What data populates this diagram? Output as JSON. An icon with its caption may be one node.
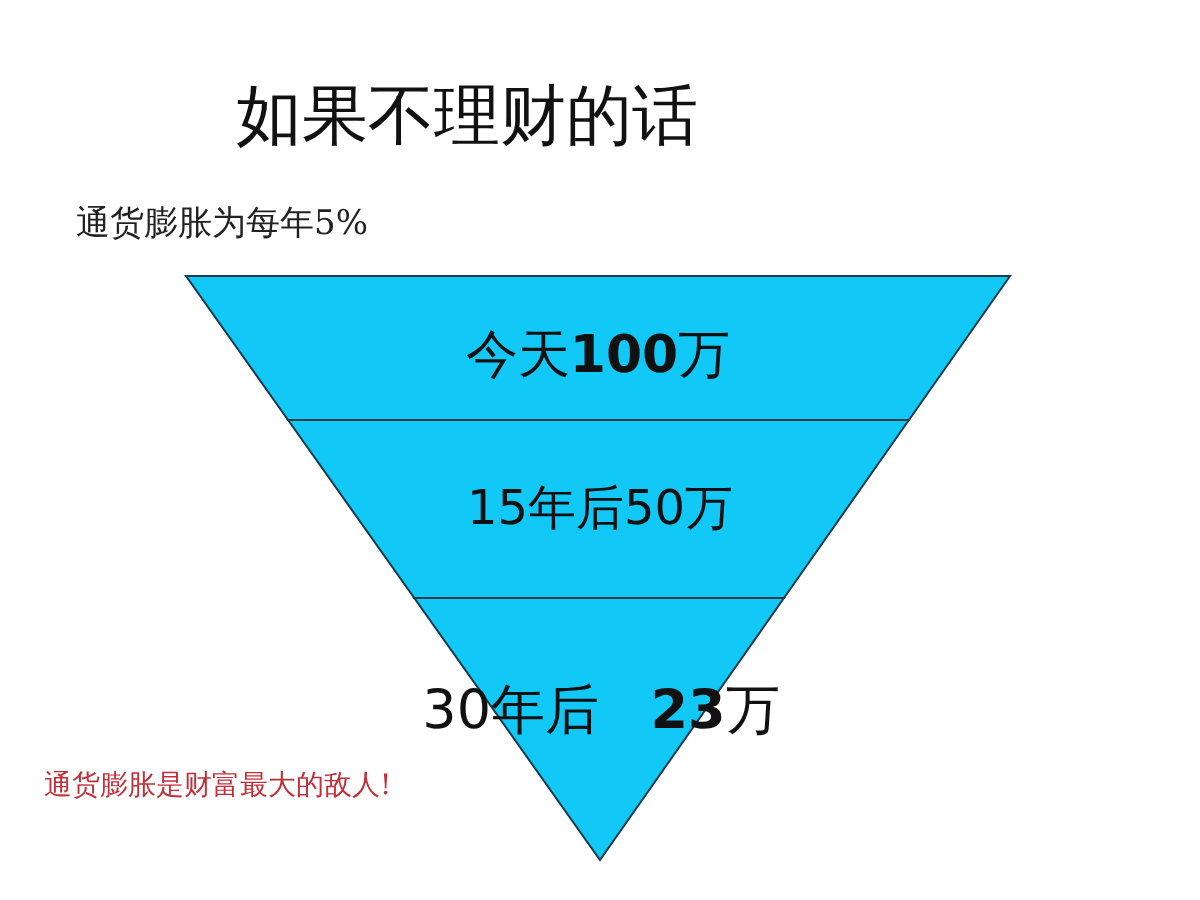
{
  "diagram": {
    "title": "如果不理财的话",
    "nodes": [
      {
        "text": [
          "今天**100**万"
        ]
      },
      {
        "text": [
          "15年后50万"
        ]
      },
      {
        "text": [
          "30年后 **23**万"
        ]
      }
    ],
    "labels": [
      "通货膨胀为每年5%",
      "通货膨胀是财富最大的敌人!"
    ]
  }
}
